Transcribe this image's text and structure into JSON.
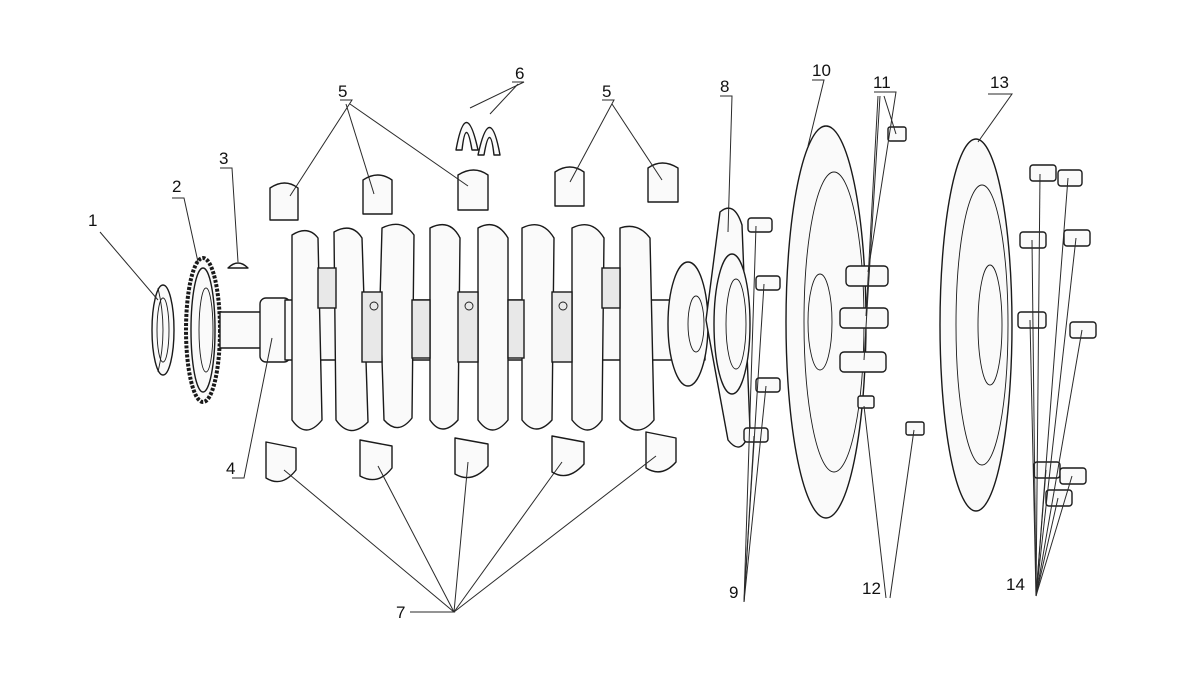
{
  "callouts": [
    {
      "id": "1",
      "label": "1"
    },
    {
      "id": "2",
      "label": "2"
    },
    {
      "id": "3",
      "label": "3"
    },
    {
      "id": "4",
      "label": "4"
    },
    {
      "id": "5a",
      "label": "5"
    },
    {
      "id": "6",
      "label": "6"
    },
    {
      "id": "5b",
      "label": "5"
    },
    {
      "id": "7",
      "label": "7"
    },
    {
      "id": "8",
      "label": "8"
    },
    {
      "id": "9",
      "label": "9"
    },
    {
      "id": "10",
      "label": "10"
    },
    {
      "id": "11",
      "label": "11"
    },
    {
      "id": "12",
      "label": "12"
    },
    {
      "id": "13",
      "label": "13"
    },
    {
      "id": "14",
      "label": "14"
    }
  ]
}
